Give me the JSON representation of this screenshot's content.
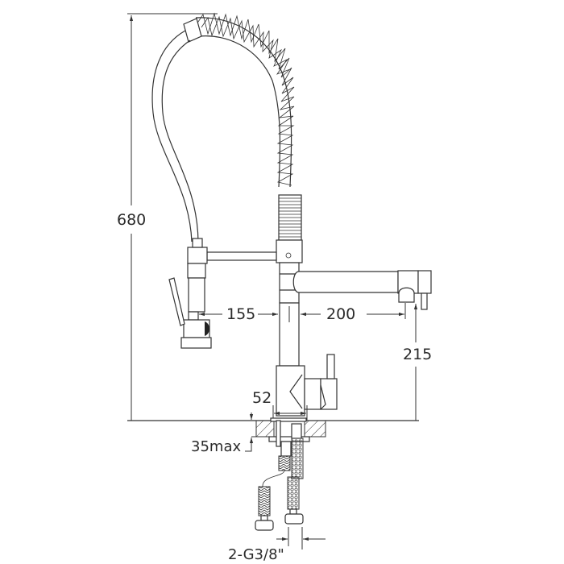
{
  "drawing": {
    "subject": "Pull-down spring kitchen faucet technical drawing",
    "line_color": "#333333",
    "background": "#ffffff"
  },
  "dimensions": {
    "total_height": "680",
    "spray_offset": "155",
    "spout_reach": "200",
    "spout_height": "215",
    "base_diameter": "52",
    "deck_thickness": "35max",
    "connection": "2-G3/8\""
  }
}
